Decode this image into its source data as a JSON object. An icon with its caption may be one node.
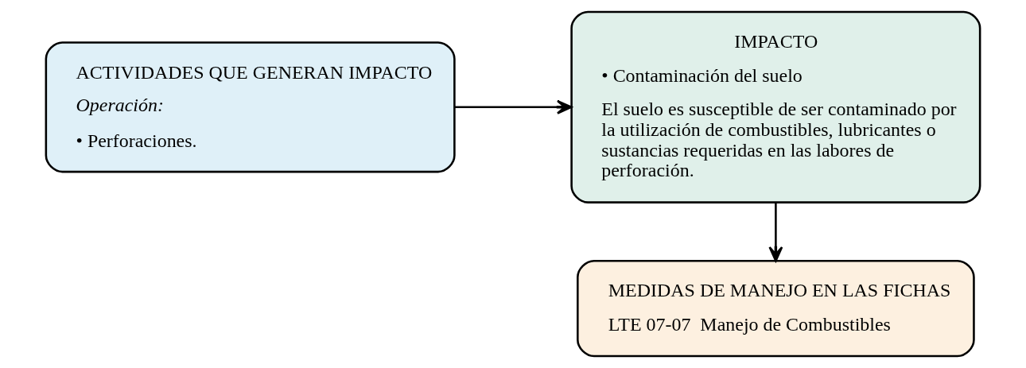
{
  "diagram": {
    "nodes": [
      {
        "text": [
          "ACTIVIDADES QUE GENERAN IMPACTO",
          "Operación:",
          "• Perforaciones."
        ]
      },
      {
        "text": [
          "IMPACTO",
          "• Contaminación del suelo",
          "El suelo es susceptible de ser contaminado por la utilización de combustibles, lubricantes o sustancias requeridas en las labores de perforación."
        ]
      },
      {
        "text": [
          "MEDIDAS DE MANEJO EN LAS FICHAS",
          "LTE 07-07  Manejo de Combustibles"
        ]
      }
    ],
    "edges": [
      {
        "from": 0,
        "to": 1,
        "arrow": "to"
      },
      {
        "from": 1,
        "to": 2,
        "arrow": "to"
      }
    ]
  }
}
